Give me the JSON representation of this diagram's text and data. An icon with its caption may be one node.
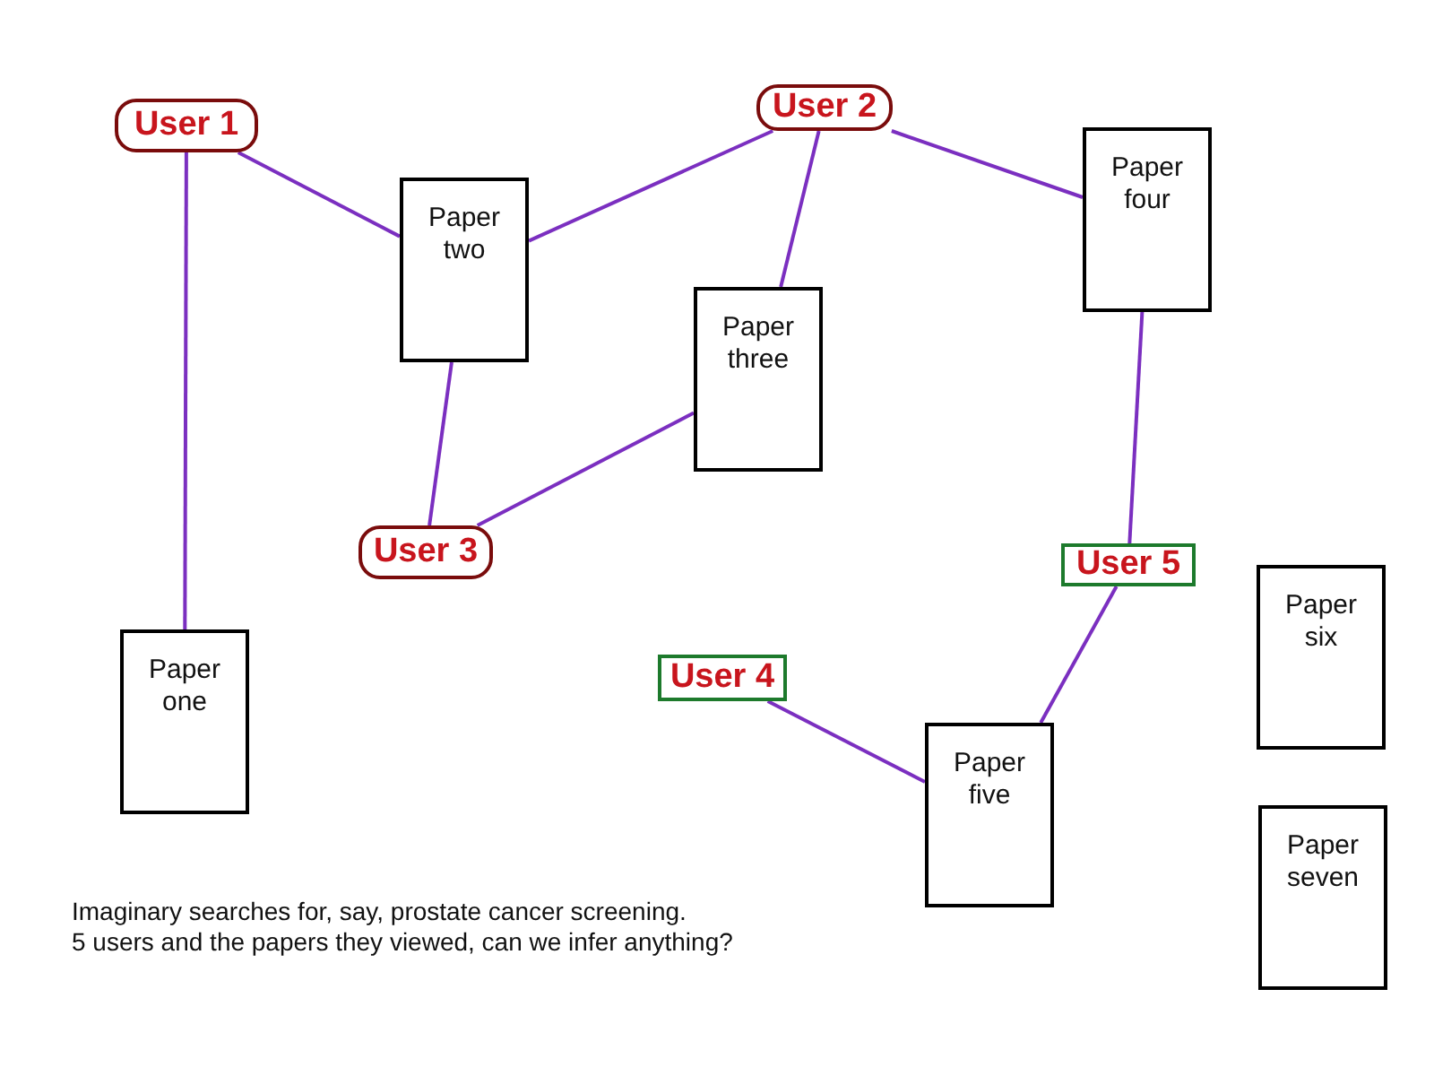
{
  "diagram": {
    "nodes": [
      {
        "text": [
          "User 1"
        ]
      },
      {
        "text": [
          "User 2"
        ]
      },
      {
        "text": [
          "Paper two"
        ]
      },
      {
        "text": [
          "Paper four"
        ]
      },
      {
        "text": [
          "Paper three"
        ]
      },
      {
        "text": [
          "User 3"
        ]
      },
      {
        "text": [
          "User 5"
        ]
      },
      {
        "text": [
          "Paper six"
        ]
      },
      {
        "text": [
          "Paper one"
        ]
      },
      {
        "text": [
          "User 4"
        ]
      },
      {
        "text": [
          "Paper five"
        ]
      },
      {
        "text": [
          "Paper seven"
        ]
      }
    ],
    "edges": [
      {
        "from": 0,
        "to": 8,
        "arrow": "none"
      },
      {
        "from": 0,
        "to": 2,
        "arrow": "none"
      },
      {
        "from": 1,
        "to": 2,
        "arrow": "none"
      },
      {
        "from": 1,
        "to": 4,
        "arrow": "none"
      },
      {
        "from": 1,
        "to": 3,
        "arrow": "none"
      },
      {
        "from": 2,
        "to": 5,
        "arrow": "none"
      },
      {
        "from": 4,
        "to": 5,
        "arrow": "none"
      },
      {
        "from": 3,
        "to": 6,
        "arrow": "none"
      },
      {
        "from": 6,
        "to": 10,
        "arrow": "none"
      },
      {
        "from": 9,
        "to": 10,
        "arrow": "none"
      }
    ],
    "labels": [
      "Imaginary searches for, say, prostate cancer screening.",
      "5 users and the papers they viewed, can we infer anything?"
    ]
  }
}
